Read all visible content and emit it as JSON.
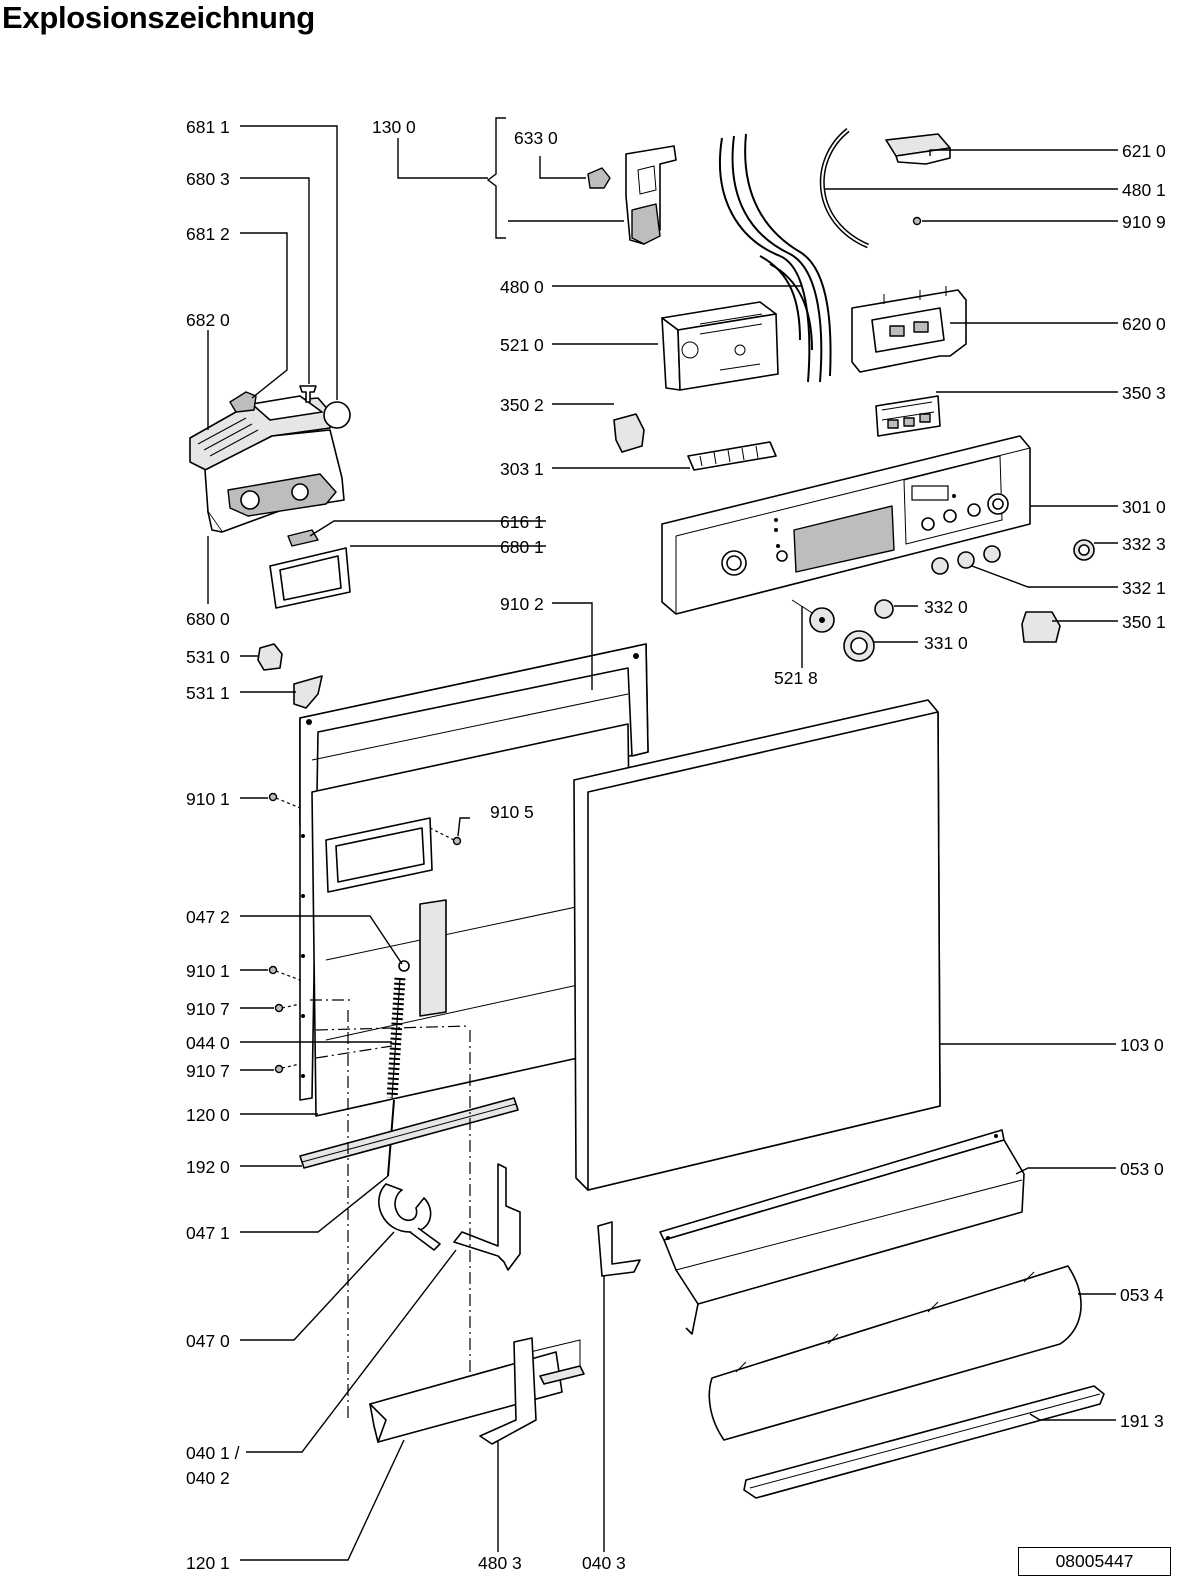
{
  "title": "Explosionszeichnung",
  "document_number": "08005447",
  "callouts": [
    {
      "id": "c6811",
      "text": "681 1"
    },
    {
      "id": "c6803",
      "text": "680 3"
    },
    {
      "id": "c6812",
      "text": "681 2"
    },
    {
      "id": "c6820",
      "text": "682 0"
    },
    {
      "id": "c1300",
      "text": "130 0"
    },
    {
      "id": "c6330",
      "text": "633 0"
    },
    {
      "id": "c6210",
      "text": "621 0"
    },
    {
      "id": "c4801",
      "text": "480 1"
    },
    {
      "id": "c9109",
      "text": "910 9"
    },
    {
      "id": "c4800",
      "text": "480 0"
    },
    {
      "id": "c5210",
      "text": "521 0"
    },
    {
      "id": "c6200",
      "text": "620 0"
    },
    {
      "id": "c3503",
      "text": "350 3"
    },
    {
      "id": "c3502",
      "text": "350 2"
    },
    {
      "id": "c3031",
      "text": "303 1"
    },
    {
      "id": "c3010",
      "text": "301 0"
    },
    {
      "id": "c6161",
      "text": "616 1"
    },
    {
      "id": "c6801",
      "text": "680 1"
    },
    {
      "id": "c3323",
      "text": "332 3"
    },
    {
      "id": "c3321",
      "text": "332 1"
    },
    {
      "id": "c6800",
      "text": "680 0"
    },
    {
      "id": "c9102",
      "text": "910 2"
    },
    {
      "id": "c3320",
      "text": "332 0"
    },
    {
      "id": "c3501",
      "text": "350 1"
    },
    {
      "id": "c5310",
      "text": "531 0"
    },
    {
      "id": "c3310",
      "text": "331 0"
    },
    {
      "id": "c5311",
      "text": "531 1"
    },
    {
      "id": "c5218",
      "text": "521 8"
    },
    {
      "id": "c9101a",
      "text": "910 1"
    },
    {
      "id": "c9105",
      "text": "910 5"
    },
    {
      "id": "c0472",
      "text": "047 2"
    },
    {
      "id": "c9101b",
      "text": "910 1"
    },
    {
      "id": "c9107a",
      "text": "910 7"
    },
    {
      "id": "c0440",
      "text": "044 0"
    },
    {
      "id": "c1030",
      "text": "103 0"
    },
    {
      "id": "c9107b",
      "text": "910 7"
    },
    {
      "id": "c1200",
      "text": "120 0"
    },
    {
      "id": "c1920",
      "text": "192 0"
    },
    {
      "id": "c0530",
      "text": "053 0"
    },
    {
      "id": "c0471",
      "text": "047 1"
    },
    {
      "id": "c0534",
      "text": "053 4"
    },
    {
      "id": "c0470",
      "text": "047 0"
    },
    {
      "id": "c1913",
      "text": "191 3"
    },
    {
      "id": "c0401",
      "text": "040 1 /"
    },
    {
      "id": "c0402",
      "text": "040 2"
    },
    {
      "id": "c1201",
      "text": "120 1"
    },
    {
      "id": "c4803",
      "text": "480 3"
    },
    {
      "id": "c0403",
      "text": "040 3"
    }
  ]
}
